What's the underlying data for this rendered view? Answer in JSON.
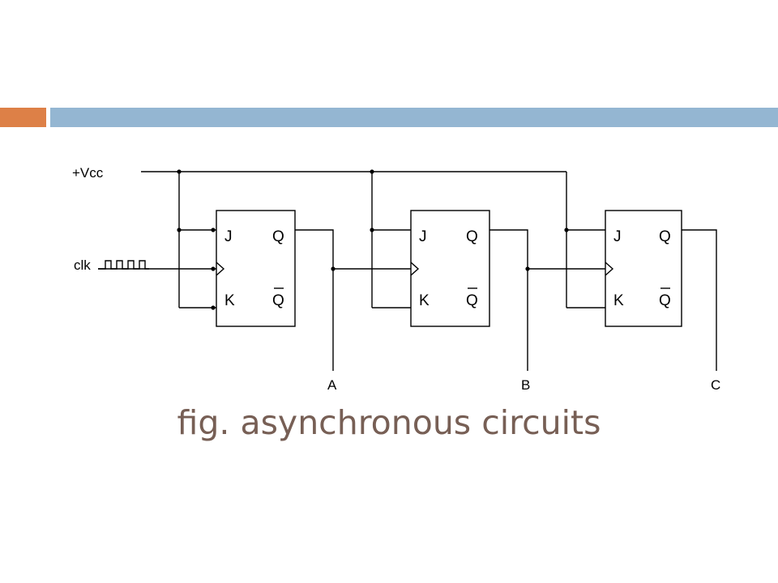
{
  "colors": {
    "accent_orange": "#DD8047",
    "accent_blue": "#94B6D2",
    "caption": "#775F55",
    "wire": "#000000"
  },
  "circuit": {
    "supply_label": "+Vcc",
    "clock_label": "clk",
    "clock_icon": "square-wave-icon",
    "flip_flops": [
      {
        "j": "J",
        "k": "K",
        "q": "Q",
        "qbar": "Q"
      },
      {
        "j": "J",
        "k": "K",
        "q": "Q",
        "qbar": "Q"
      },
      {
        "j": "J",
        "k": "K",
        "q": "Q",
        "qbar": "Q"
      }
    ],
    "outputs": [
      "A",
      "B",
      "C"
    ]
  },
  "caption": "fig. asynchronous circuits"
}
